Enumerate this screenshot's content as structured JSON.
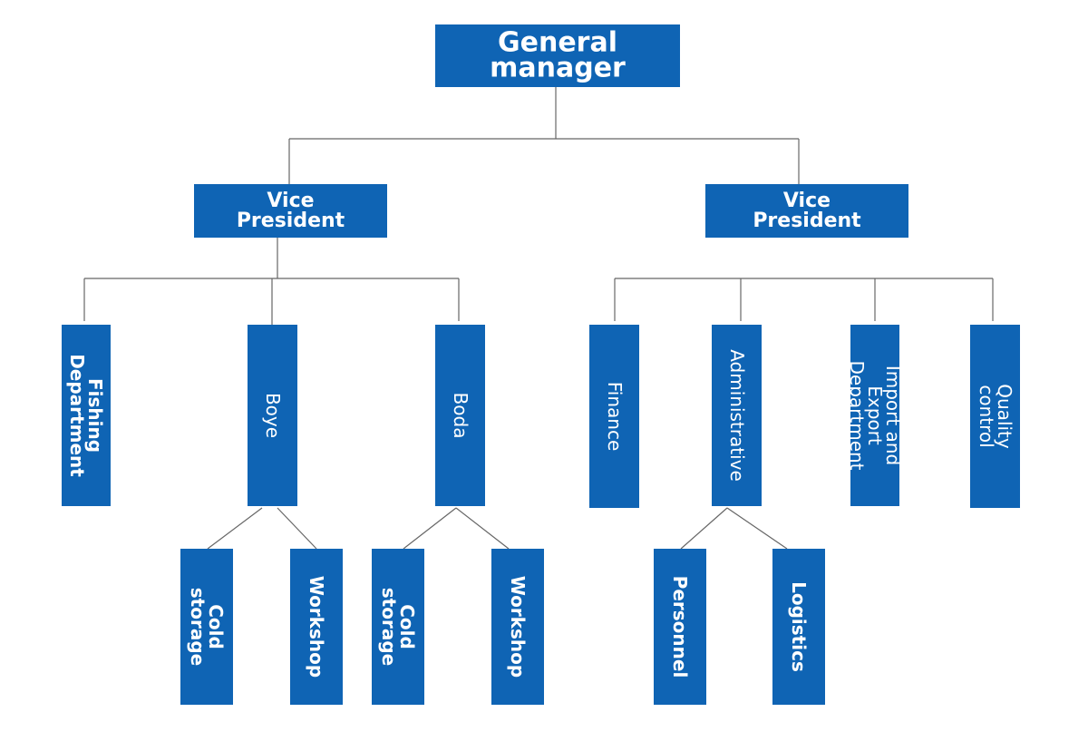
{
  "org_chart": {
    "general_manager": "General\nmanager",
    "vp_left": "Vice President",
    "vp_right": "Vice President",
    "fishing_department": "Fishing\nDepartment",
    "boye": "Boye",
    "boda": "Boda",
    "finance": "Finance",
    "administrative": "Administrative",
    "import_export": "Import and Export\nDepartment",
    "quality_control": "Quality control",
    "boye_cold_storage": "Cold storage",
    "boye_workshop": "Workshop",
    "boda_cold_storage": "Cold storage",
    "boda_workshop": "Workshop",
    "personnel": "Personnel",
    "logistics": "Logistics"
  },
  "colors": {
    "box_fill": "#0f64b4",
    "text": "#ffffff",
    "connector": "#666666"
  }
}
